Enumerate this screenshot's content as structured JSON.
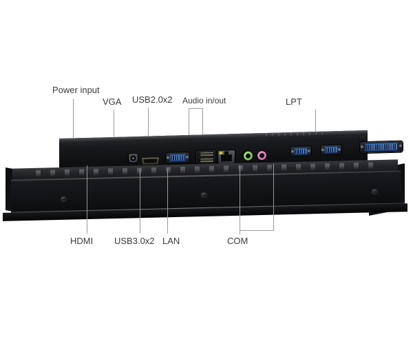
{
  "scene": {
    "subject": "industrial panel PC rear I/O view",
    "background_color": "#ffffff",
    "device_color": "#111215",
    "leader_line_color": "#9a9a9a",
    "label_color": "#3a3a3a"
  },
  "labels_top": [
    {
      "id": "power-input",
      "text": "Power input"
    },
    {
      "id": "vga",
      "text": "VGA"
    },
    {
      "id": "usb20",
      "text": "USB2.0x2"
    },
    {
      "id": "audio",
      "text": "Audio in/out"
    },
    {
      "id": "lpt",
      "text": "LPT"
    }
  ],
  "labels_bottom": [
    {
      "id": "hdmi",
      "text": "HDMI"
    },
    {
      "id": "usb30",
      "text": "USB3.0x2"
    },
    {
      "id": "lan",
      "text": "LAN"
    },
    {
      "id": "com",
      "text": "COM"
    }
  ],
  "ports": [
    {
      "id": "dc-power",
      "name": "DC power jack",
      "count": 1,
      "color": "#1b1d20"
    },
    {
      "id": "hdmi-port",
      "name": "HDMI",
      "count": 1,
      "color": "#6d624a"
    },
    {
      "id": "vga-port",
      "name": "VGA DB15",
      "count": 1,
      "color": "#2b61b4"
    },
    {
      "id": "usb30-port",
      "name": "USB 3.0",
      "count": 2,
      "color": "#2f6cc0"
    },
    {
      "id": "usb20-port",
      "name": "USB 2.0",
      "count": 2,
      "color": "#8d8878"
    },
    {
      "id": "lan-port",
      "name": "RJ45 LAN",
      "count": 1,
      "color": "#24272b"
    },
    {
      "id": "audio-out",
      "name": "Audio line out",
      "count": 1,
      "color": "#7cc24a"
    },
    {
      "id": "audio-in",
      "name": "Microphone in",
      "count": 1,
      "color": "#d86bb0"
    },
    {
      "id": "com-port",
      "name": "COM DB9",
      "count": 2,
      "color": "#2b61b4"
    },
    {
      "id": "lpt-port",
      "name": "LPT DB25",
      "count": 1,
      "color": "#2b61b4"
    }
  ]
}
